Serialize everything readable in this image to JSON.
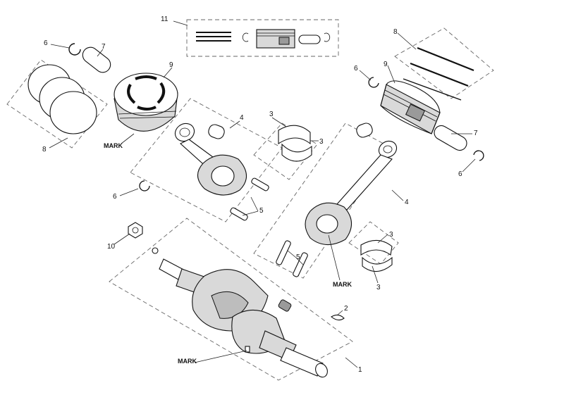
{
  "callouts": [
    {
      "id": "c1",
      "text": "1"
    },
    {
      "id": "c2",
      "text": "2"
    },
    {
      "id": "c3a",
      "text": "3"
    },
    {
      "id": "c3b",
      "text": "3"
    },
    {
      "id": "c3c",
      "text": "3"
    },
    {
      "id": "c3d",
      "text": "3"
    },
    {
      "id": "c4a",
      "text": "4"
    },
    {
      "id": "c4b",
      "text": "4"
    },
    {
      "id": "c5a",
      "text": "5"
    },
    {
      "id": "c5b",
      "text": "5"
    },
    {
      "id": "c6a",
      "text": "6"
    },
    {
      "id": "c6b",
      "text": "6"
    },
    {
      "id": "c6c",
      "text": "6"
    },
    {
      "id": "c6d",
      "text": "6"
    },
    {
      "id": "c7a",
      "text": "7"
    },
    {
      "id": "c7b",
      "text": "7"
    },
    {
      "id": "c8a",
      "text": "8"
    },
    {
      "id": "c8b",
      "text": "8"
    },
    {
      "id": "c9a",
      "text": "9"
    },
    {
      "id": "c9b",
      "text": "9"
    },
    {
      "id": "c10",
      "text": "10"
    },
    {
      "id": "c11",
      "text": "11"
    }
  ],
  "marks": [
    {
      "id": "m1",
      "text": "MARK"
    },
    {
      "id": "m2",
      "text": "MARK"
    },
    {
      "id": "m3",
      "text": "MARK"
    }
  ]
}
